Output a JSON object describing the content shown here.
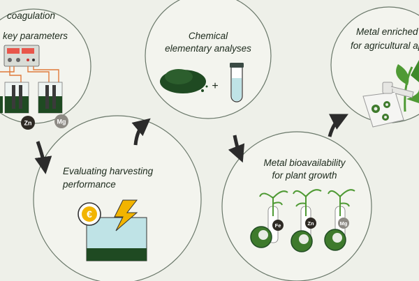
{
  "steps": [
    {
      "line1": "coagulation",
      "line2": "key parameters"
    },
    {
      "line1": "Evaluating harvesting",
      "line2": "performance"
    },
    {
      "line1": "Chemical",
      "line2": "elementary analyses"
    },
    {
      "line1": "Metal bioavailability",
      "line2": "for plant growth"
    },
    {
      "line1": "Metal enriched",
      "line2": "for agricultural ap"
    }
  ],
  "metals": {
    "zn": "Zn",
    "mg": "Mg",
    "fe": "Fe"
  },
  "symbols": {
    "plus": "+",
    "euro": "€"
  },
  "colors": {
    "background": "#eef0e9",
    "circle_fill": "#f3f4ee",
    "circle_stroke": "#6a786a",
    "algae_green": "#1f4a22",
    "leaf_green": "#4f9a34",
    "water_blue": "#bfe3e6",
    "bolt_yellow": "#f2b400",
    "metal_badge": "#2e2a24"
  }
}
